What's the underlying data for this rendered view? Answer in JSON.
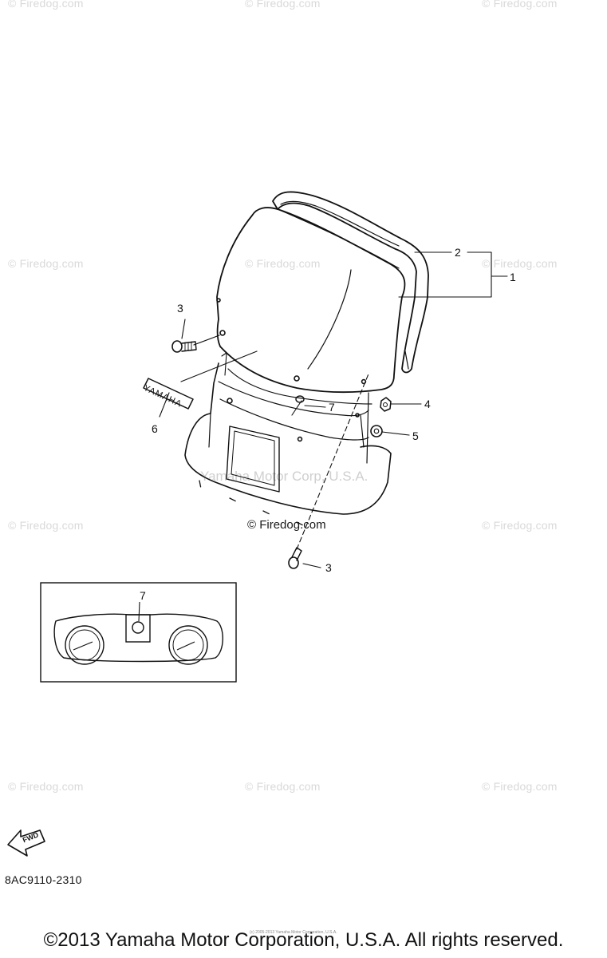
{
  "watermarks": {
    "firedog": "© Firedog.com",
    "center": "© Firedog.com",
    "corp": "Yamaha Motor Corp, U.S.A."
  },
  "callouts": {
    "c1": "1",
    "c2": "2",
    "c3_top": "3",
    "c3_bottom": "3",
    "c4": "4",
    "c5": "5",
    "c6": "6",
    "c7_main": "7",
    "c7_inset": "7"
  },
  "emblem_text": "YAMAHA",
  "fwd_label": "FWD",
  "part_code": "8AC9110-2310",
  "tiny_note": "(c) 2005-2013 Yamaha Motor Corporation, U.S.A.",
  "copyright": "©2013 Yamaha Motor Corporation, U.S.A. All rights reserved."
}
